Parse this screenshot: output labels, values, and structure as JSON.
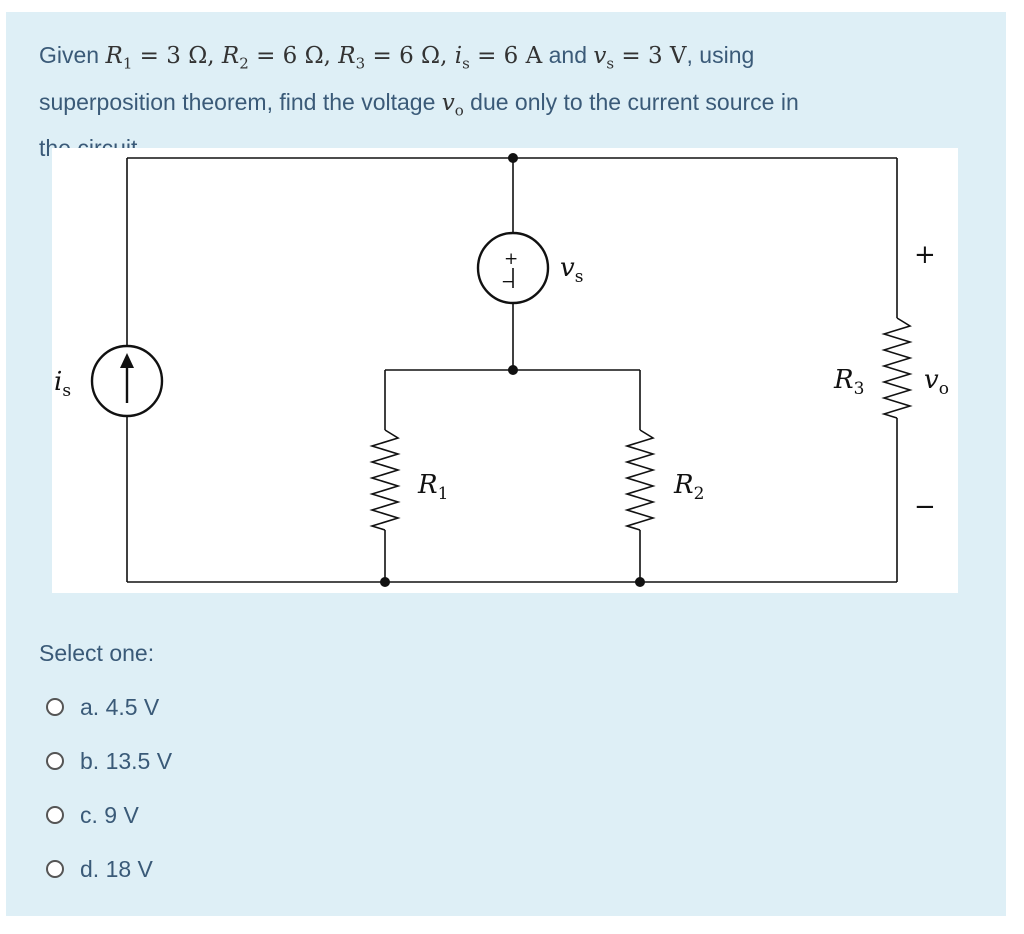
{
  "question": {
    "given": "Given",
    "r1_label": "R",
    "r1_sub": "1",
    "r1_val": " = 3 Ω, ",
    "r2_label": "R",
    "r2_sub": "2",
    "r2_val": " = 6 Ω, ",
    "r3_label": "R",
    "r3_sub": "3",
    "r3_val": " = 6 Ω, ",
    "is_label": "i",
    "is_sub": "s",
    "is_val": " = 6 A",
    "and": " and ",
    "vs_label": "v",
    "vs_sub": "s",
    "vs_val": " = 3 V",
    "line1_end": ", using",
    "line2": "superposition theorem, find the voltage",
    "vo_label": "v",
    "vo_sub": "o",
    "line2_end": " due only to the current source in",
    "line3": "the circuit."
  },
  "figure": {
    "is": "i",
    "is_sub": "s",
    "vs": "v",
    "vs_sub": "s",
    "plus_src": "+",
    "minus_src": "−",
    "r1": "R",
    "r1_sub": "1",
    "r2": "R",
    "r2_sub": "2",
    "r3": "R",
    "r3_sub": "3",
    "vo": "v",
    "vo_sub": "o",
    "plus": "+",
    "minus": "−"
  },
  "select_label": "Select one:",
  "options": [
    {
      "label": "a. 4.5 V"
    },
    {
      "label": "b. 13.5 V"
    },
    {
      "label": "c. 9 V"
    },
    {
      "label": "d. 18 V"
    }
  ]
}
